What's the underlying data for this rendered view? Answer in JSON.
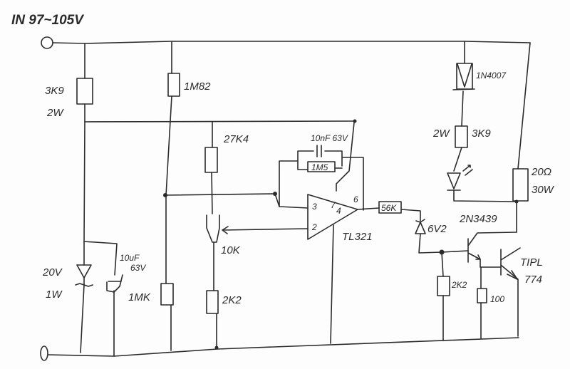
{
  "title": "IN 97~105V",
  "components": {
    "r_input": {
      "value": "3K9",
      "power": "2W"
    },
    "r_divider_top": {
      "value": "1M82"
    },
    "r_divider_bottom": {
      "value": "1MK"
    },
    "zener_supply": {
      "value": "20V",
      "power": "1W"
    },
    "cap_supply": {
      "value": "10uF",
      "voltage": "63V"
    },
    "r_ref_top": {
      "value": "27K4"
    },
    "pot": {
      "value": "10K"
    },
    "r_ref_bottom": {
      "value": "2K2"
    },
    "cap_feedback": {
      "value": "10nF 63V"
    },
    "r_feedback": {
      "value": "1M5"
    },
    "opamp": {
      "value": "TL321",
      "pin_plus": "3",
      "pin_minus": "2",
      "pin_vcc": "7",
      "pin_gnd": "4",
      "pin_out": "6"
    },
    "r_out": {
      "value": "56K"
    },
    "zener_out": {
      "value": "6V2"
    },
    "r_base": {
      "value": "2K2"
    },
    "q1": {
      "value": "2N3439"
    },
    "r_emitter": {
      "value": "100"
    },
    "q2": {
      "value": "TIPL",
      "value2": "774"
    },
    "diode": {
      "value": "1N4007"
    },
    "r_led": {
      "value": "3K9",
      "power": "2W"
    },
    "r_load": {
      "value": "20Ω",
      "power": "30W"
    }
  }
}
